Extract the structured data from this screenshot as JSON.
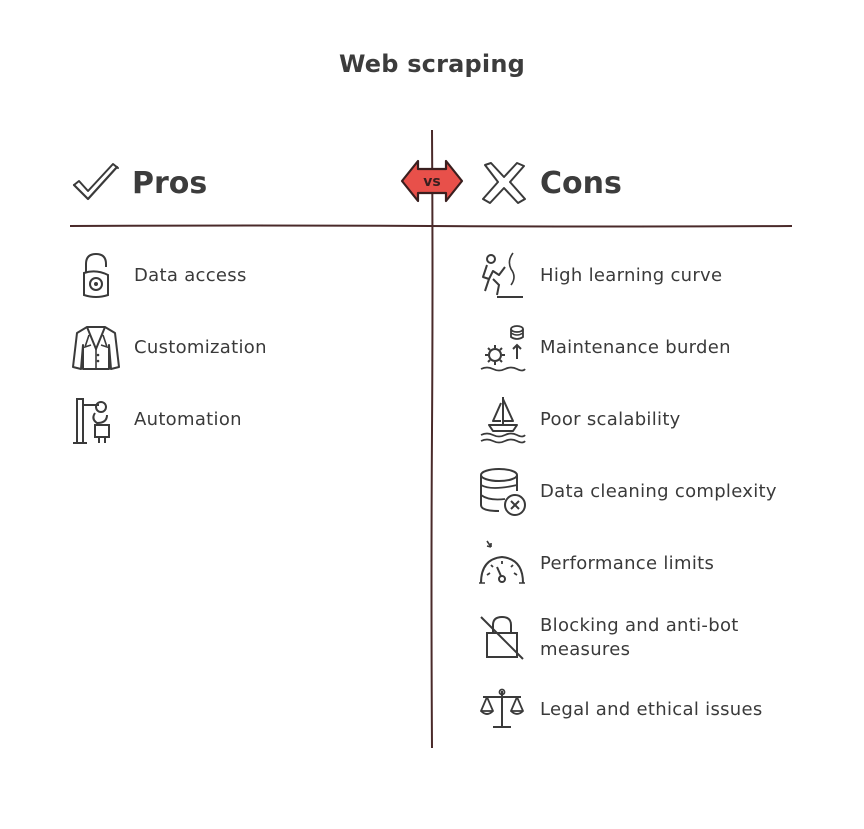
{
  "title": "Web scraping",
  "vs_label": "vs",
  "pros": {
    "heading": "Pros",
    "heading_icon": "checkmark-icon",
    "items": [
      {
        "label": "Data access",
        "icon": "unlocked-padlock-icon"
      },
      {
        "label": "Customization",
        "icon": "suit-jacket-icon"
      },
      {
        "label": "Automation",
        "icon": "robotic-arm-icon"
      }
    ]
  },
  "cons": {
    "heading": "Cons",
    "heading_icon": "x-mark-icon",
    "items": [
      {
        "label": "High learning curve",
        "icon": "climber-icon"
      },
      {
        "label": "Maintenance burden",
        "icon": "gear-database-icon"
      },
      {
        "label": "Poor scalability",
        "icon": "sailboat-waves-icon"
      },
      {
        "label": "Data cleaning complexity",
        "icon": "database-error-icon"
      },
      {
        "label": "Performance limits",
        "icon": "speedometer-icon"
      },
      {
        "label": "Blocking and anti-bot\nmeasures",
        "icon": "blocked-lock-icon"
      },
      {
        "label": "Legal and ethical issues",
        "icon": "balance-scale-icon"
      }
    ]
  },
  "colors": {
    "text": "#3a3a3a",
    "divider": "#4a2a2a",
    "vs_fill": "#e8504a",
    "vs_stroke": "#3a1f1f"
  }
}
